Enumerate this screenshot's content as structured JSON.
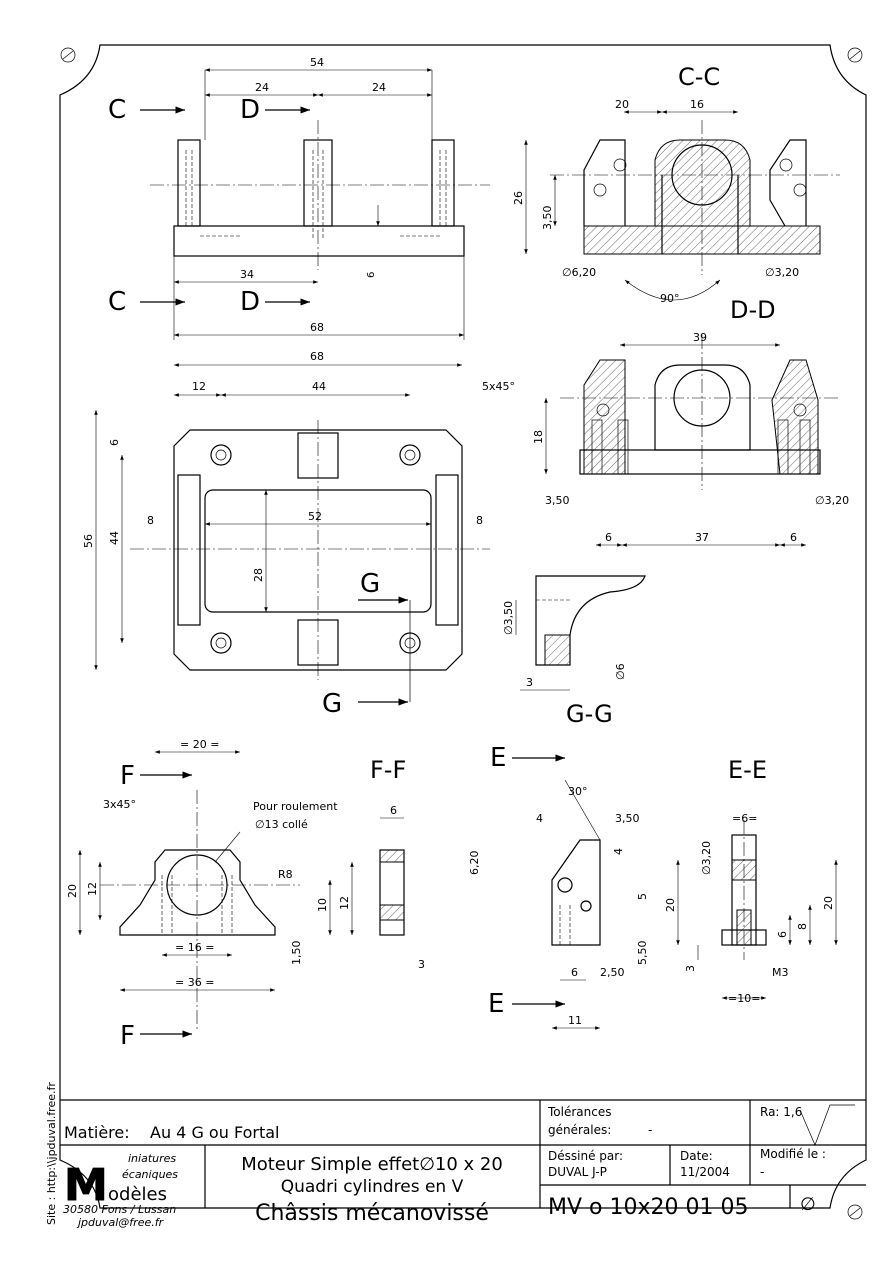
{
  "sheet": {
    "site": "Site : http:\\\\jpduval.free.fr"
  },
  "views": {
    "cc": "C-C",
    "dd": "D-D",
    "gg": "G-G",
    "ff": "F-F",
    "ee": "E-E",
    "c_top": "C",
    "c_bottom": "C",
    "d_top": "D",
    "d_bottom": "D",
    "g_top": "G",
    "g_bottom": "G",
    "f_top": "F",
    "f_bottom": "F",
    "e_top": "E",
    "e_bottom": "E"
  },
  "dims": {
    "front": {
      "d54": "54",
      "d24a": "24",
      "d24b": "24",
      "d34": "34",
      "d68": "68",
      "d6": "6"
    },
    "plan": {
      "d68": "68",
      "d12": "12",
      "d44w": "44",
      "chamfer": "5x45°",
      "d6": "6",
      "d56": "56",
      "d44h": "44",
      "d8a": "8",
      "d52": "52",
      "d8b": "8",
      "d28": "28"
    },
    "cc": {
      "d20": "20",
      "d16": "16",
      "d26": "26",
      "d350": "3,50",
      "phi620": "∅6,20",
      "phi320": "∅3,20",
      "a90": "90°"
    },
    "dd": {
      "d39": "39",
      "d18": "18",
      "d350": "3,50",
      "phi320": "∅3,20",
      "d6a": "6",
      "d37": "37",
      "d6b": "6"
    },
    "gg": {
      "phi350": "∅3,50",
      "phi6": "∅6",
      "d3": "3"
    },
    "ff": {
      "d20top": "= 20 =",
      "chamfer": "3x45°",
      "note1": "Pour roulement",
      "note2": "∅13 collé",
      "r8": "R8",
      "d20": "20",
      "d12": "12",
      "d10": "10",
      "d12b": "12",
      "d150": "1,50",
      "d16": "= 16 =",
      "d36": "= 36 =",
      "d6": "6",
      "d3": "3"
    },
    "ee": {
      "a30": "30°",
      "d4": "4",
      "d350": "3,50",
      "d620": "6,20",
      "d4b": "4",
      "d5": "5",
      "d20": "20",
      "d550": "5,50",
      "d6": "6",
      "d250": "2,50",
      "d11": "11",
      "w6": "=6=",
      "phi320": "∅3,20",
      "d20b": "20",
      "d8": "8",
      "d6b": "6",
      "d3": "3",
      "m3": "M3",
      "w10": "=10="
    }
  },
  "title_block": {
    "material_label": "Matière:",
    "material_value": "Au 4 G ou Fortal",
    "tolerances_label1": "Tolérances",
    "tolerances_label2": "générales:",
    "tolerances_value": "-",
    "roughness": "Ra: 1,6",
    "logo_line1": "iniatures",
    "logo_line2": "écaniques",
    "logo_line3": "odèles",
    "logo_address": "30580 Fons / Lussan",
    "logo_email": "jpduval@free.fr",
    "title1": "Moteur Simple effet∅10 x 20",
    "title2": "Quadri cylindres en V",
    "title3": "Châssis mécanovissé",
    "drawn_label": "Déssiné par:",
    "drawn_value": "DUVAL J-P",
    "date_label": "Date:",
    "date_value": "11/2004",
    "modified_label": "Modifié le :",
    "modified_value": "-",
    "ref": "MV o 10x20 01 05",
    "phi": "∅"
  }
}
